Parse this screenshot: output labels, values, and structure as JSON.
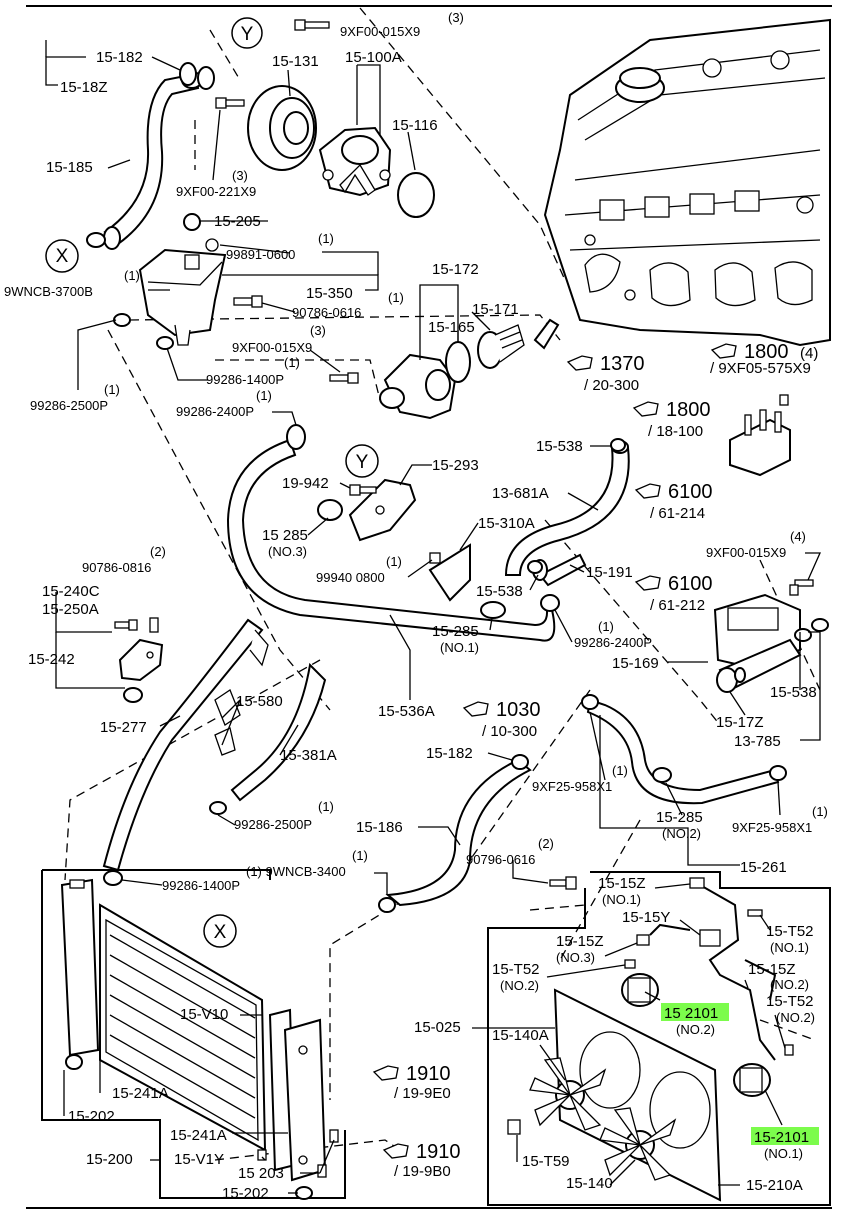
{
  "callouts": {
    "x_top": "X",
    "y_top": "Y",
    "y_mid": "Y",
    "x_bottom": "X"
  },
  "labels": {
    "p15_182a": "15-182",
    "p15_18z": "15-18Z",
    "p15_185": "15-185",
    "p15_131": "15-131",
    "p15_100a": "15-100A",
    "p15_116": "15-116",
    "bolt_top_qty": "(3)",
    "bolt_top": "9XF00-015X9",
    "bolt_221_qty": "(3)",
    "bolt_221": "9XF00-221X9",
    "p15_205": "15-205",
    "p99891_qty": "(1)",
    "p99891": "99891-0600",
    "p9wncb_qty": "(1)",
    "p9wncb3700": "9WNCB-3700B",
    "p15_350": "15-350",
    "p90786_qty": "(1)",
    "p90786": "90786-0616",
    "p15_172": "15-172",
    "p15_171": "15-171",
    "p15_165": "15-165",
    "bolt_mid_qty": "(3)",
    "bolt_mid": "9XF00-015X9",
    "clamp1400_qty": "(1)",
    "clamp1400": "99286-1400P",
    "clamp2500_qty": "(1)",
    "clamp2500": "99286-2500P",
    "clamp2400_qty": "(1)",
    "clamp2400": "99286-2400P",
    "p15_293": "15-293",
    "p19_942": "19-942",
    "p15_285_no3": "15 285",
    "p15_285_no3_sub": "(NO.3)",
    "p15_310a": "15-310A",
    "p99940_qty": "(1)",
    "p99940": "99940 0800",
    "p15_538a": "15-538",
    "p15_538b": "15-538",
    "p15_538c": "15-538",
    "p13_681a": "13-681A",
    "p15_191": "15-191",
    "p15_285_no1": "15-285",
    "p15_285_no1_sub": "(NO.1)",
    "clamp2400b_qty": "(1)",
    "clamp2400b": "99286-2400P",
    "p90786b_qty": "(2)",
    "p90786b": "90786-0816",
    "p15_240c": "15-240C",
    "p15_250a": "15-250A",
    "p15_242": "15-242",
    "p15_277": "15-277",
    "p15_580": "15-580",
    "p15_381a": "15-381A",
    "p15_536a": "15-536A",
    "bolt_right_qty": "(4)",
    "bolt_right": "9XF00-015X9",
    "p15_169": "15-169",
    "p15_17z": "15-17Z",
    "p13_785": "13-785",
    "p15_182b": "15-182",
    "clamp958a_qty": "(1)",
    "clamp958a": "9XF25-958X1",
    "p15_285_no2": "15-285",
    "p15_285_no2_sub": "(NO.2)",
    "clamp958b_qty": "(1)",
    "clamp958b": "9XF25-958X1",
    "p15_261": "15-261",
    "clamp2500b_qty": "(1)",
    "clamp2500b": "99286-2500P",
    "p15_186": "15-186",
    "p9wncb3400_qty": "(1)",
    "p9wncb3400": "(1) 9WNCB-3400",
    "p90796_qty": "(2)",
    "p90796": "90796-0616",
    "clamp1400b": "99286-1400P",
    "p15_15z_no1": "15-15Z",
    "p15_15z_no1_sub": "(NO.1)",
    "p15_15y": "15-15Y",
    "p15_t52_no1": "15-T52",
    "p15_t52_no1_sub": "(NO.1)",
    "p15_15z_no3": "15-15Z",
    "p15_15z_no3_sub": "(NO.3)",
    "p15_15z_no2": "15-15Z",
    "p15_15z_no2_sub": "(NO.2)",
    "p15_t52_no2a": "15-T52",
    "p15_t52_no2a_sub": "(NO.2)",
    "p15_t52_no2b": "15-T52",
    "p15_t52_no2b_sub": "(NO.2)",
    "p15_2101_no2": "15 2101",
    "p15_2101_no2_sub": "(NO.2)",
    "p15_2101_no1": "15-2101",
    "p15_2101_no1_sub": "(NO.1)",
    "p15_025": "15-025",
    "p15_140a": "15-140A",
    "p15_t59": "15-T59",
    "p15_140": "15-140",
    "p15_210a": "15-210A",
    "p15_v10": "15-V10",
    "p15_241a_a": "15-241A",
    "p15_241a_b": "15-241A",
    "p15_202a": "15-202",
    "p15_202b": "15-202",
    "p15_200": "15-200",
    "p15_v1y": "15-V1Y",
    "p15_203": "15 203"
  },
  "refs": {
    "r1370_num": "1370",
    "r1370_sub": "/ 20-300",
    "r1800a_num": "1800",
    "r1800a_qty": "(4)",
    "r1800a_sub": "/ 9XF05-575X9",
    "r1800b_num": "1800",
    "r1800b_sub": "/ 18-100",
    "r6100a_num": "6100",
    "r6100a_sub": "/ 61-214",
    "r6100b_num": "6100",
    "r6100b_sub": "/ 61-212",
    "r1030_num": "1030",
    "r1030_sub": "/ 10-300",
    "r1910a_num": "1910",
    "r1910a_sub": "/ 19-9E0",
    "r1910b_num": "1910",
    "r1910b_sub": "/ 19-9B0"
  },
  "highlight_color": "#7CFC4C"
}
